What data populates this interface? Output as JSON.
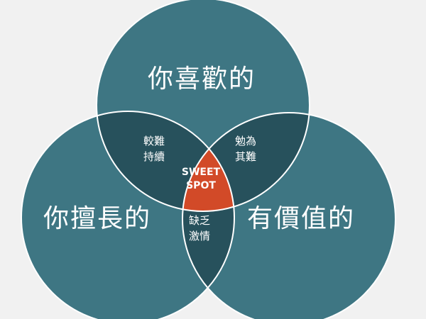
{
  "circles": {
    "top": "你喜歡的",
    "left": "你擅長的",
    "right": "有價值的"
  },
  "overlaps": {
    "top_left": [
      "較難",
      "持續"
    ],
    "top_right": [
      "勉為",
      "其難"
    ],
    "left_right": [
      "缺乏",
      "激情"
    ]
  },
  "center": [
    "SWEET",
    "SPOT"
  ],
  "colors": {
    "background": "#f1f1f1",
    "circle": "#3e7683",
    "overlap": "#27515c",
    "center": "#d24a28",
    "outline": "#ffffff",
    "text": "#ffffff"
  }
}
